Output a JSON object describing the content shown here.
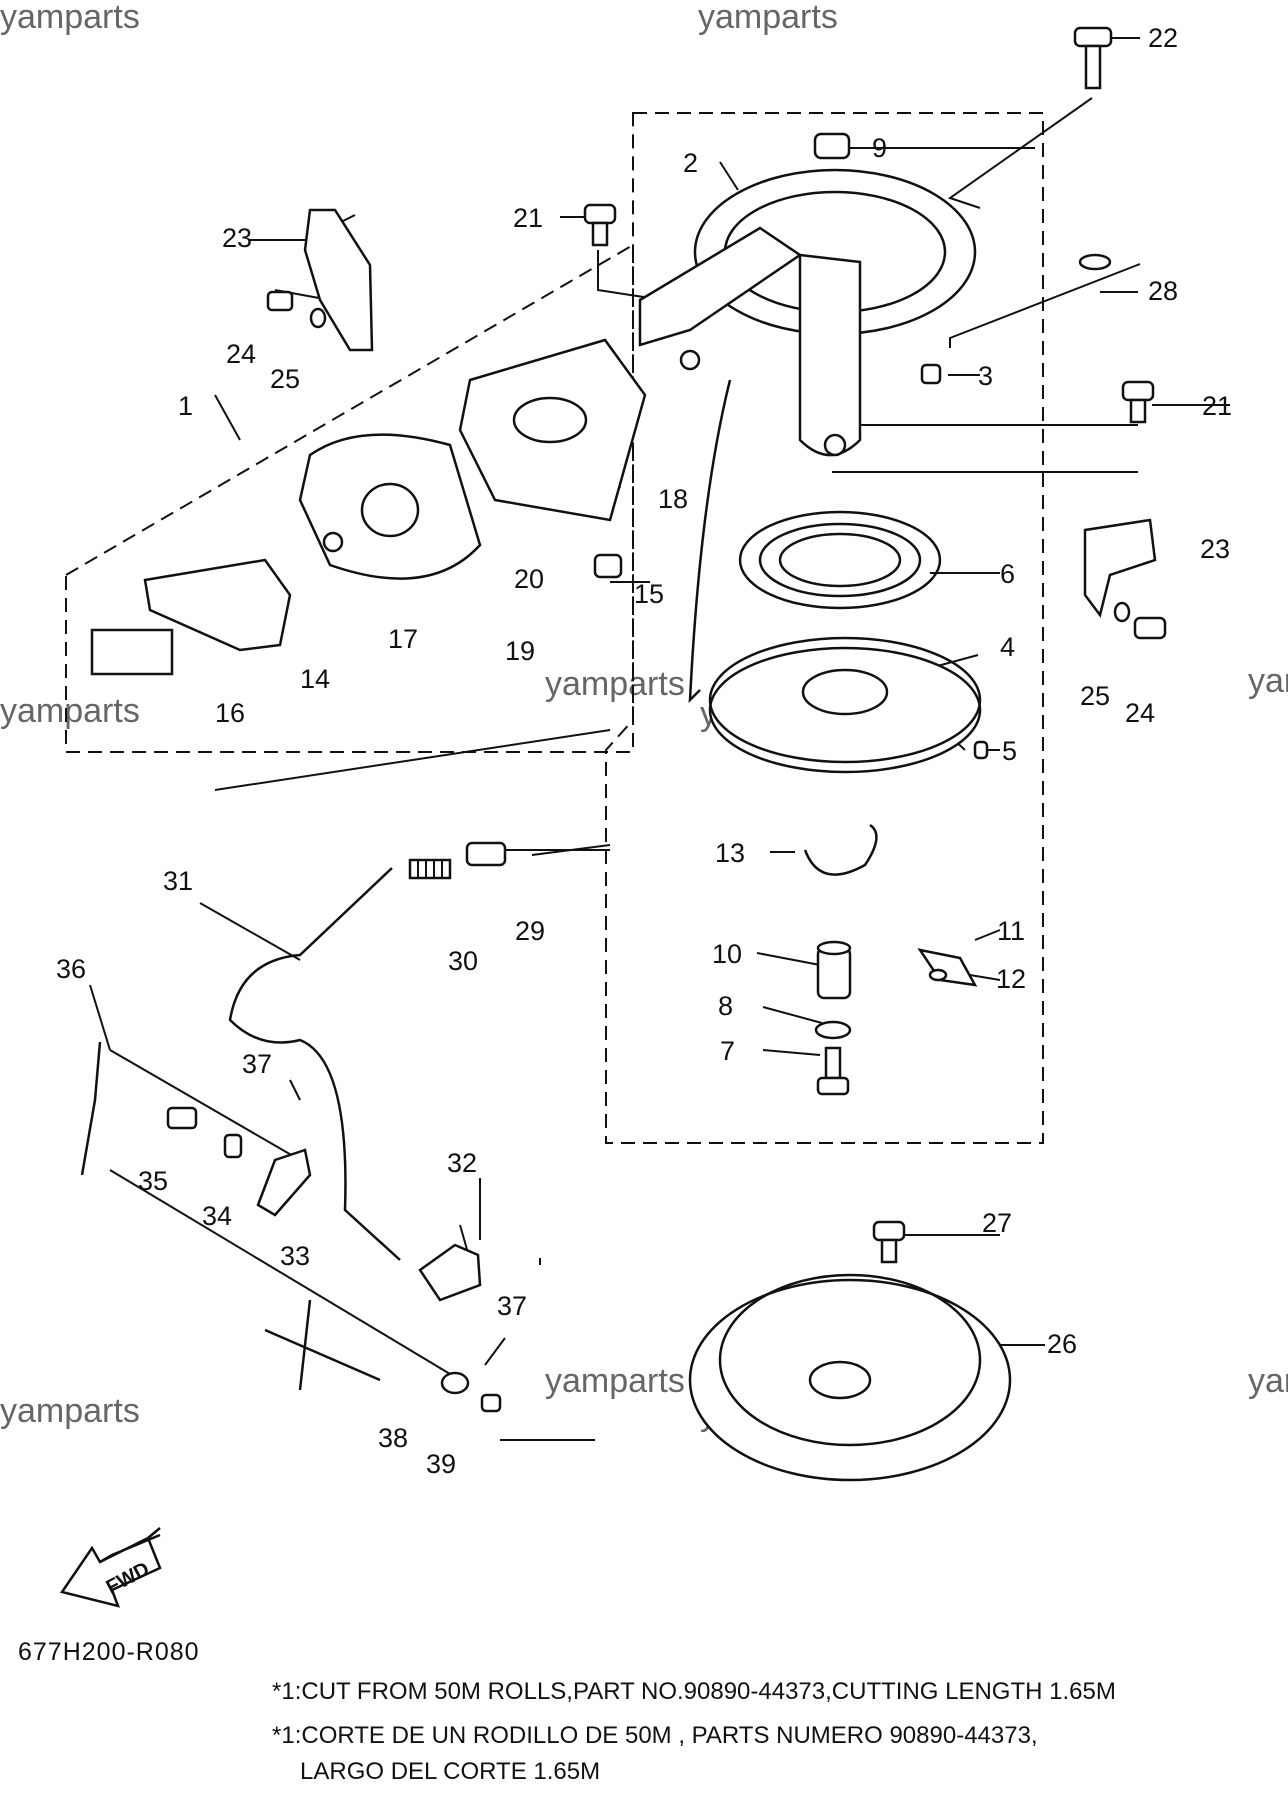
{
  "watermarks": [
    "yamparts",
    "yamparts",
    "yamparts",
    "yamparts",
    "yamparts",
    "yamparts",
    "yamparts",
    "yamparts",
    "yamparts",
    "yamparts",
    "yamparts"
  ],
  "callouts": {
    "p1": "1",
    "p2": "2",
    "p3": "3",
    "p4": "4",
    "p5": "5",
    "p6": "6",
    "p7": "7",
    "p8": "8",
    "p9": "9",
    "p10": "10",
    "p11": "11",
    "p12": "12",
    "p13": "13",
    "p14": "14",
    "p15": "15",
    "p16": "16",
    "p17": "17",
    "p18": "18",
    "p19": "19",
    "p20": "20",
    "p21a": "21",
    "p21b": "21",
    "p22": "22",
    "p23a": "23",
    "p23b": "23",
    "p24a": "24",
    "p24b": "24",
    "p25a": "25",
    "p25b": "25",
    "p26": "26",
    "p27": "27",
    "p28": "28",
    "p29": "29",
    "p30": "30",
    "p31": "31",
    "p32": "32",
    "p33": "33",
    "p34": "34",
    "p35": "35",
    "p36": "36",
    "p37a": "37",
    "p37b": "37",
    "p38": "38",
    "p39": "39"
  },
  "fwd_label": "FWD",
  "diagram_code": "677H200-R080",
  "notes": {
    "line1": "*1:CUT FROM 50M ROLLS,PART NO.90890-44373,CUTTING LENGTH 1.65M",
    "line2": "*1:CORTE DE UN RODILLO DE 50M , PARTS NUMERO 90890-44373,",
    "line3": "LARGO DEL CORTE 1.65M"
  }
}
